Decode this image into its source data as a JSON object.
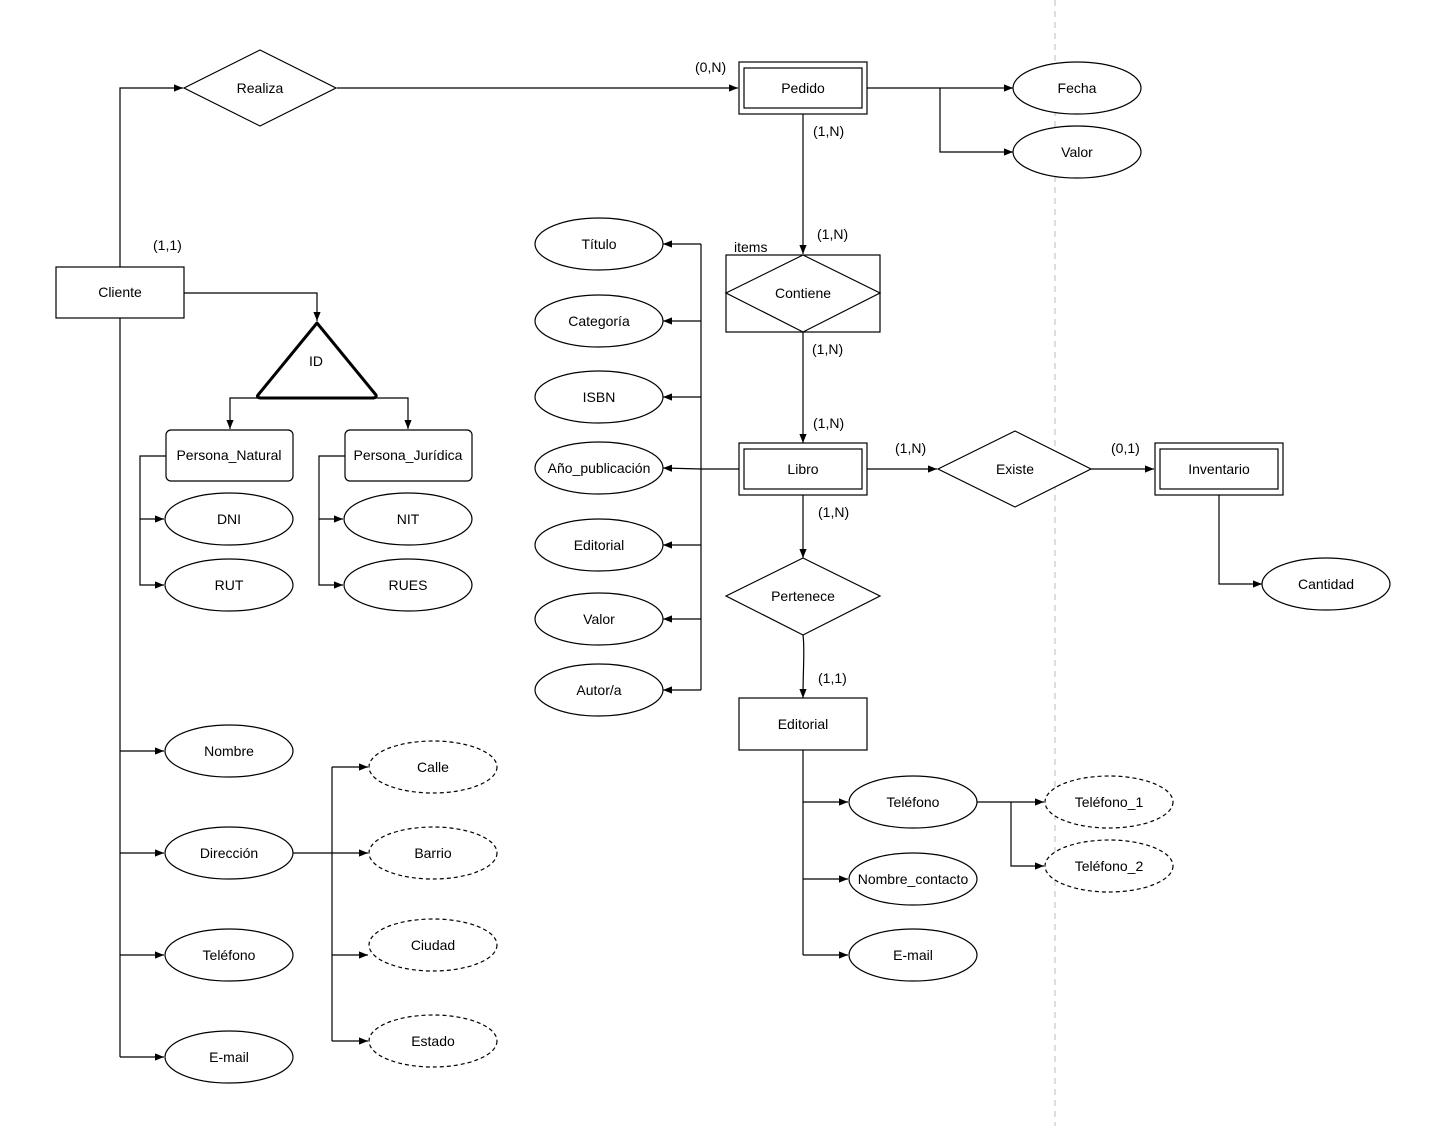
{
  "entities": {
    "cliente": "Cliente",
    "pedido": "Pedido",
    "libro": "Libro",
    "inventario": "Inventario",
    "editorial": "Editorial",
    "persona_natural": "Persona_Natural",
    "persona_juridica": "Persona_Jurídica"
  },
  "relationships": {
    "realiza": "Realiza",
    "contiene": "Contiene",
    "existe": "Existe",
    "pertenece": "Pertenece",
    "items": "items",
    "id": "ID"
  },
  "attributes": {
    "fecha": "Fecha",
    "valor_pedido": "Valor",
    "titulo": "Título",
    "categoria": "Categoría",
    "isbn": "ISBN",
    "anio_publicacion": "Año_publicación",
    "editorial_attr": "Editorial",
    "valor_libro": "Valor",
    "autor": "Autor/a",
    "dni": "DNI",
    "rut": "RUT",
    "nit": "NIT",
    "rues": "RUES",
    "nombre": "Nombre",
    "direccion": "Dirección",
    "telefono_cliente": "Teléfono",
    "email_cliente": "E-mail",
    "calle": "Calle",
    "barrio": "Barrio",
    "ciudad": "Ciudad",
    "estado": "Estado",
    "cantidad": "Cantidad",
    "telefono_editorial": "Teléfono",
    "nombre_contacto": "Nombre_contacto",
    "email_editorial": "E-mail",
    "telefono_1": "Teléfono_1",
    "telefono_2": "Teléfono_2"
  },
  "cardinalities": {
    "cliente_realiza": "(1,1)",
    "realiza_pedido": "(0,N)",
    "pedido_contiene": "(1,N)",
    "contiene_top": "(1,N)",
    "contiene_bottom": "(1,N)",
    "libro_contiene": "(1,N)",
    "libro_existe": "(1,N)",
    "existe_inventario": "(0,1)",
    "libro_pertenece": "(1,N)",
    "pertenece_editorial": "(1,1)"
  }
}
